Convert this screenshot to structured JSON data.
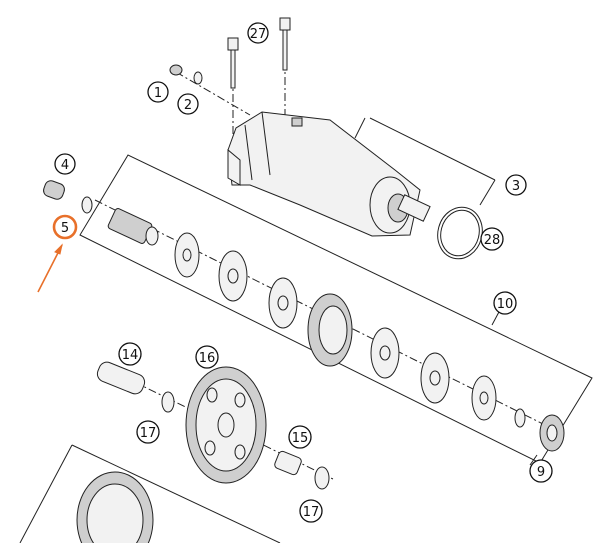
{
  "callouts": {
    "c1": "1",
    "c2": "2",
    "c3": "3",
    "c4": "4",
    "c5": "5",
    "c9": "9",
    "c10": "10",
    "c14": "14",
    "c15": "15",
    "c16": "16",
    "c17a": "17",
    "c17b": "17",
    "c27": "27",
    "c28": "28"
  },
  "highlight": {
    "callout": "5",
    "color": "#e8702a"
  }
}
